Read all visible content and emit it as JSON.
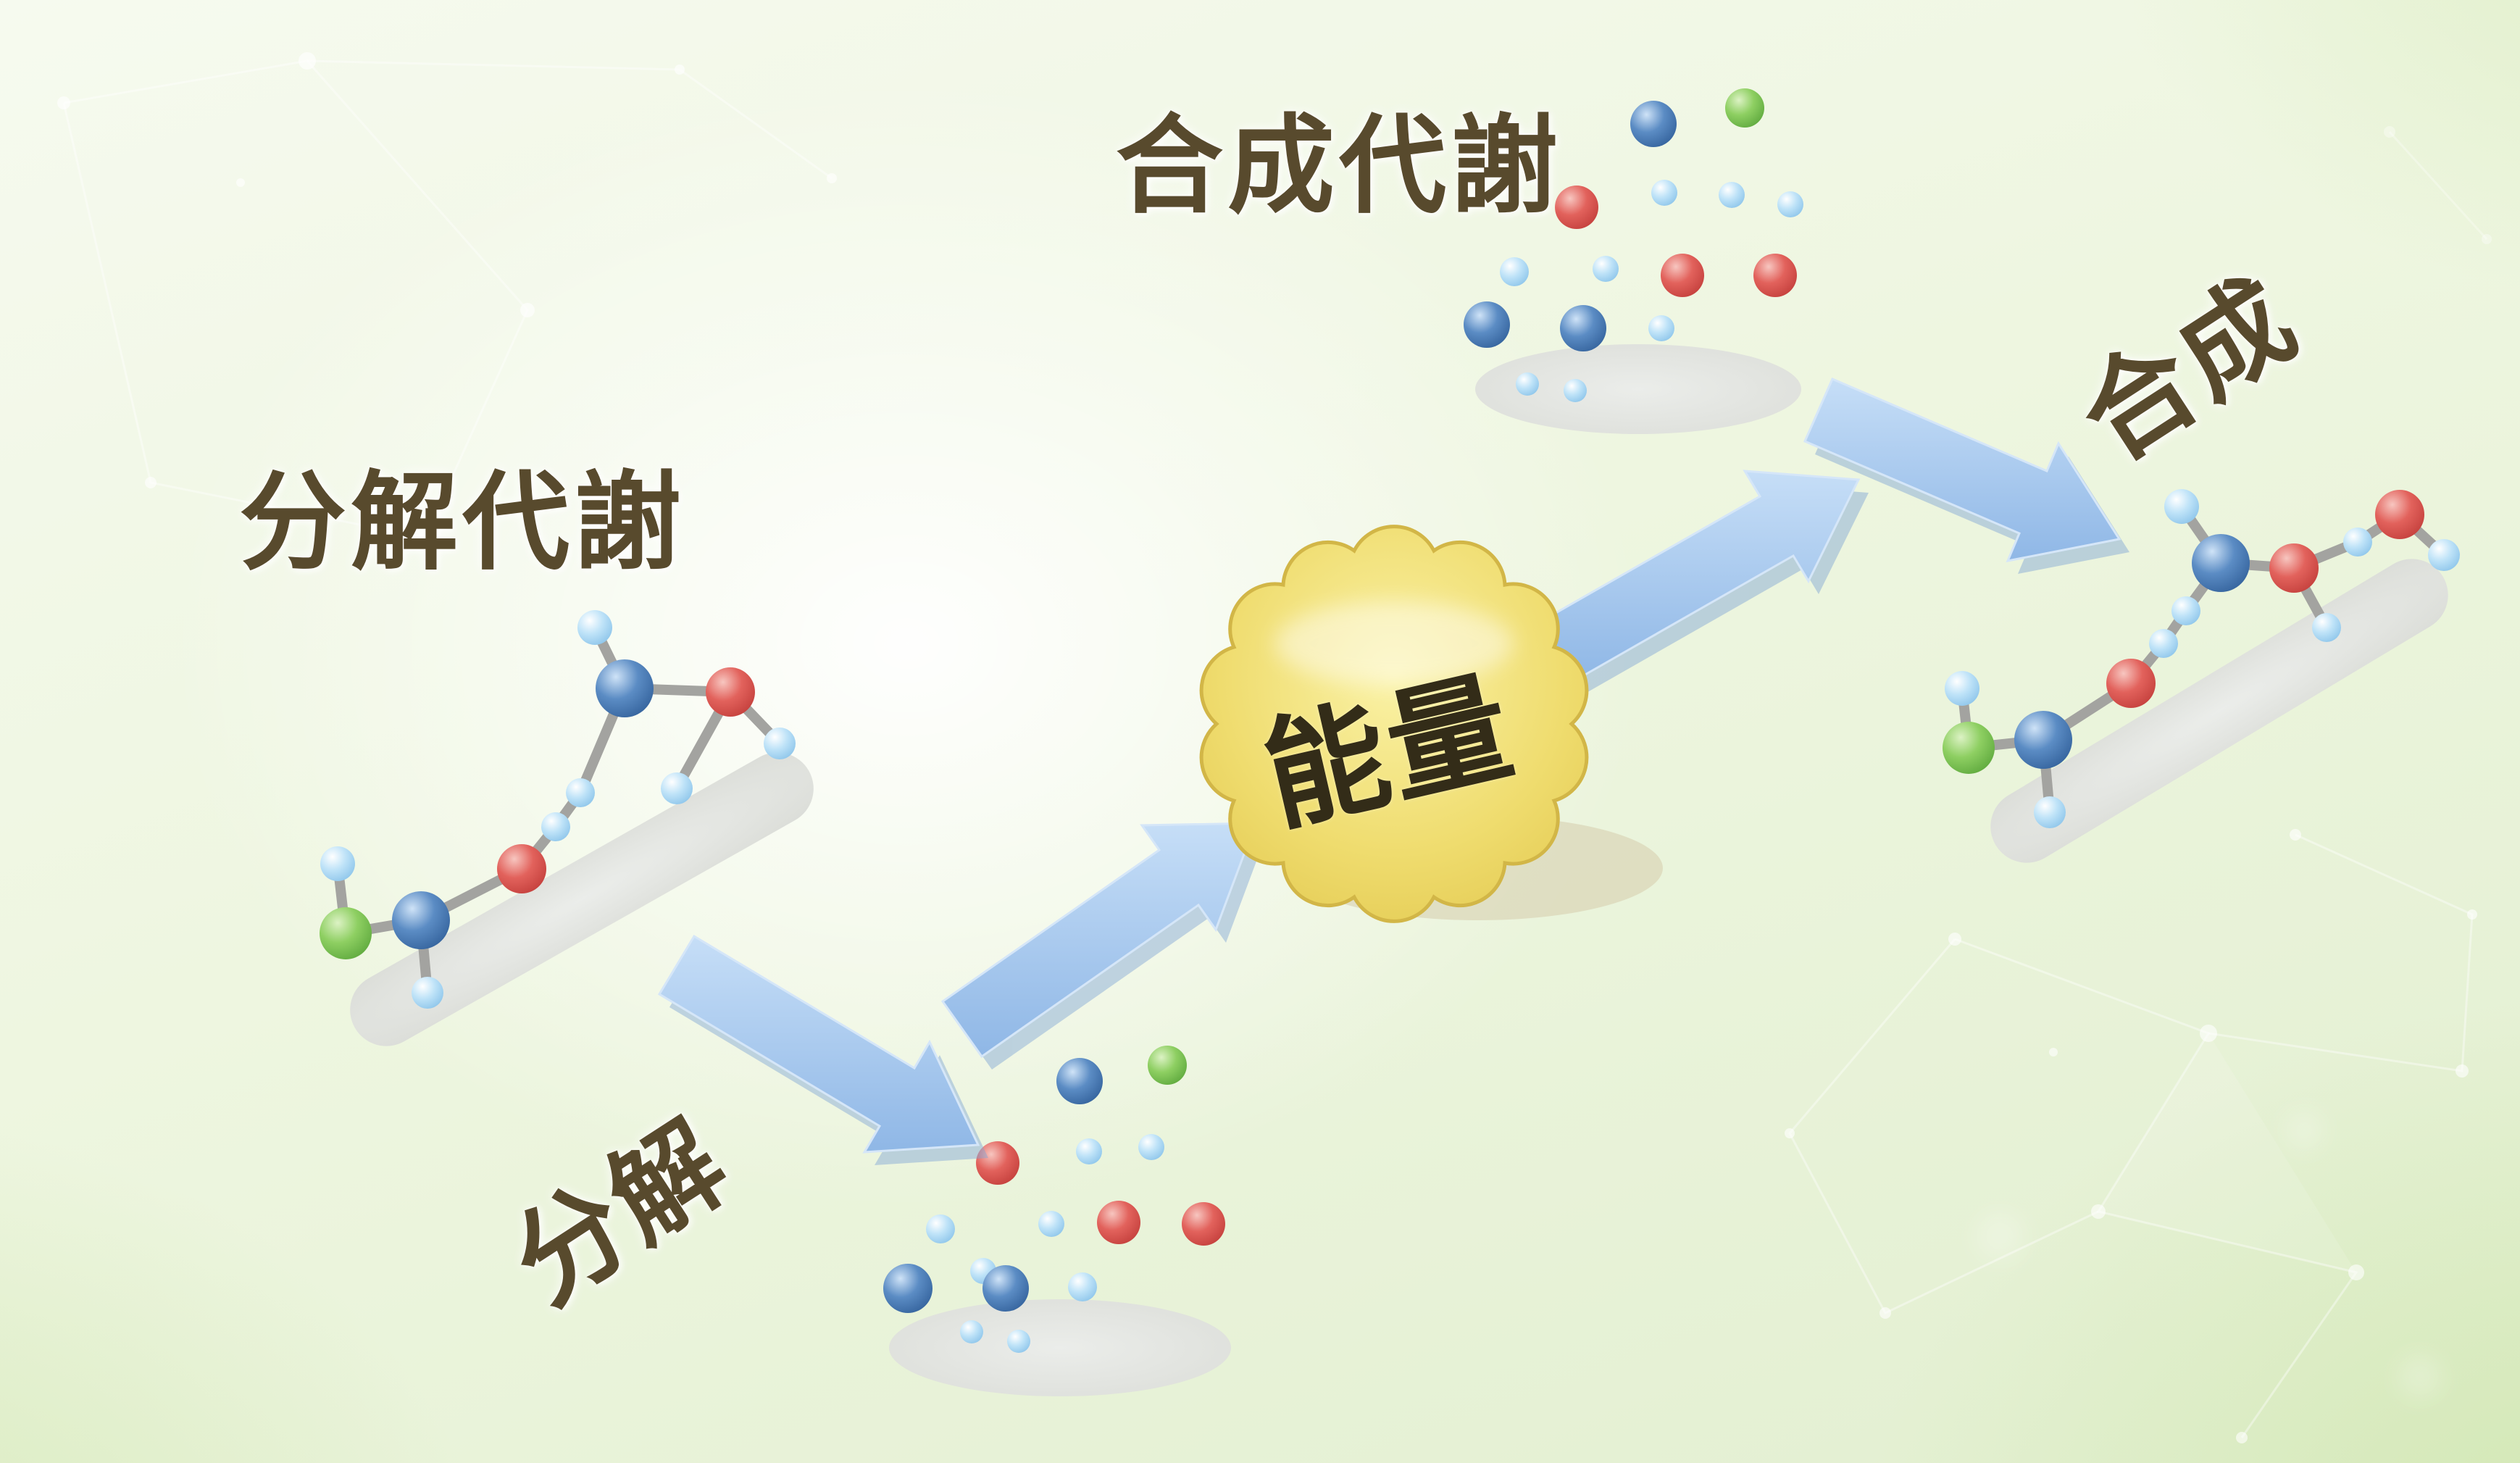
{
  "labels": {
    "catabolism": "分解代謝",
    "anabolism": "合成代謝",
    "decompose": "分解",
    "synthesize": "合成",
    "energy": "能量"
  },
  "colors": {
    "label_text": "#584a2d",
    "energy_text": "#332c18",
    "arrow_fill_light": "#bcd8f4",
    "arrow_fill_dark": "#93bae8",
    "arrow_shadow": "#7ea5d5",
    "badge_fill_light": "#f9f0a0",
    "badge_fill_dark": "#e6cd55",
    "badge_edge": "#d2b647",
    "ball_dark_blue": "#3f6fa8",
    "ball_red": "#d95452",
    "ball_light_blue": "#a8d7f5",
    "ball_green": "#77c353",
    "platform_gray": "#e2e4e0",
    "background_green": "#e2efd0"
  },
  "icons": {
    "block_arrow": "block-arrow",
    "energy_burst": "scalloped-badge",
    "atom_sphere": "ball-and-stick-atom"
  }
}
